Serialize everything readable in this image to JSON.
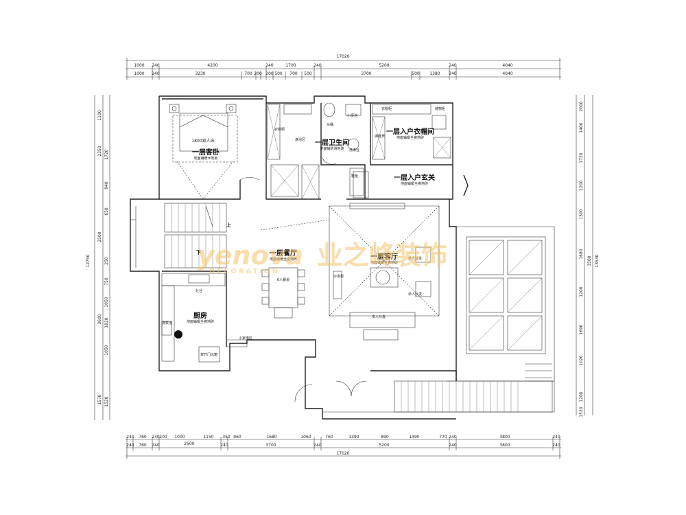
{
  "dims": {
    "top_total": "17020",
    "top_row1": [
      "1000",
      "240",
      "4200",
      "240",
      "1700",
      "240",
      "5200",
      "240",
      "4040"
    ],
    "top_row2": [
      "1000",
      "240",
      "3230",
      "700",
      "200",
      "200",
      "500",
      "700",
      "500",
      "3700",
      "500",
      "1380",
      "240",
      "4040"
    ],
    "bottom_total": "17020",
    "bottom_row1": [
      "240",
      "760",
      "240",
      "200",
      "1000",
      "1150",
      "350",
      "960",
      "1680",
      "1060",
      "760",
      "1390",
      "890",
      "1390",
      "770",
      "240",
      "3800",
      "240"
    ],
    "bottom_row2": [
      "240",
      "760",
      "240",
      "2500",
      "240",
      "3700",
      "240",
      "5200",
      "240",
      "3800",
      "240"
    ],
    "left_total": "12750",
    "left_ticks": [
      "1100",
      "2350",
      "1720",
      "940",
      "650",
      "2500",
      "250",
      "750",
      "1050",
      "1820",
      "3600",
      "1050",
      "1570",
      "1520"
    ],
    "right_total": "13530",
    "right_ticks": [
      "2000",
      "1400",
      "1720",
      "1200",
      "1300",
      "1680",
      "3500",
      "1200",
      "1690",
      "1020",
      "1200",
      "1520"
    ]
  },
  "rooms": {
    "bedroom": {
      "name": "一层客卧",
      "note": "地面铺暖木地板",
      "bed": "1800双人床"
    },
    "bathroom": {
      "name": "一层卫生间",
      "note": "地面铺防滑地砖",
      "item1": "马桶",
      "item2": "洗漱台",
      "item3": "淋浴区",
      "item4": "小便池"
    },
    "cloak": {
      "name": "一层入户衣帽间",
      "note": "地面铺暖全瓷地砖",
      "item1": "衣帽柜",
      "item2": "换鞋凳",
      "item3": "储物柜"
    },
    "foyer": {
      "name": "一层入户玄关",
      "note": "地面铺暖全瓷地砖",
      "item1": "鞋柜"
    },
    "dining": {
      "name": "一层餐厅",
      "note": "地面铺暖全瓷地砖",
      "table": "6人餐桌"
    },
    "living": {
      "name": "一层客厅",
      "note": "地面铺暖全瓷地砖",
      "sofa1": "单人沙发",
      "sofa2": "单人沙发",
      "sofa3": "多人沙发",
      "cabinet": "沙发柜"
    },
    "kitchen": {
      "name": "厨房",
      "note": "地面铺暖全瓷地砖",
      "item1": "灶台",
      "item2": "洗菜池",
      "item3": "双开门冰箱"
    },
    "stair": {
      "up": "上",
      "down": "下",
      "side": "小家电区"
    }
  },
  "watermark": {
    "brand": "yenova",
    "cn": "业之峰装饰",
    "sub": "DECORATION"
  }
}
